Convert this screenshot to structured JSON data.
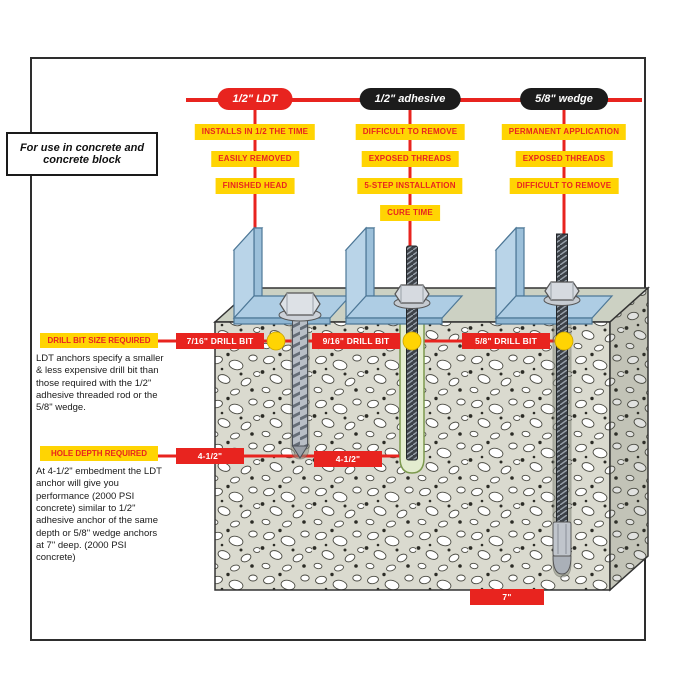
{
  "colors": {
    "accent_red": "#e8241f",
    "tag_yellow": "#ffd403",
    "pill_black": "#1c1c1c",
    "steel_blue": "#b9d4e8",
    "concrete_gray": "#dadacf"
  },
  "note": {
    "text": "For use in concrete and concrete block"
  },
  "columns": [
    {
      "title": "1/2\" LDT",
      "style": "red",
      "tags": [
        "INSTALLS IN 1/2 THE TIME",
        "EASILY REMOVED",
        "FINISHED HEAD"
      ]
    },
    {
      "title": "1/2\" adhesive",
      "style": "black",
      "tags": [
        "DIFFICULT TO REMOVE",
        "EXPOSED THREADS",
        "5-STEP INSTALLATION",
        "CURE TIME"
      ]
    },
    {
      "title": "5/8\" wedge",
      "style": "black",
      "tags": [
        "PERMANENT APPLICATION",
        "EXPOSED THREADS",
        "DIFFICULT TO REMOVE"
      ]
    }
  ],
  "drill_bits": {
    "labels": [
      "7/16\" DRILL BIT",
      "9/16\" DRILL BIT",
      "5/8\" DRILL BIT"
    ]
  },
  "depths": {
    "labels": [
      "4-1/2\"",
      "4-1/2\"",
      "7\""
    ]
  },
  "sections": [
    {
      "heading": "DRILL BIT SIZE REQUIRED",
      "body": "LDT anchors specify a smaller & less expensive drill bit than those required with the 1/2\" adhesive threaded rod or the 5/8\" wedge."
    },
    {
      "heading": "HOLE DEPTH REQUIRED",
      "body": "At 4-1/2\" embedment the LDT anchor will give you performance (2000 PSI concrete) similar to 1/2\" adhesive anchor of the same depth or 5/8\" wedge anchors at 7\" deep. (2000 PSI concrete)"
    }
  ]
}
